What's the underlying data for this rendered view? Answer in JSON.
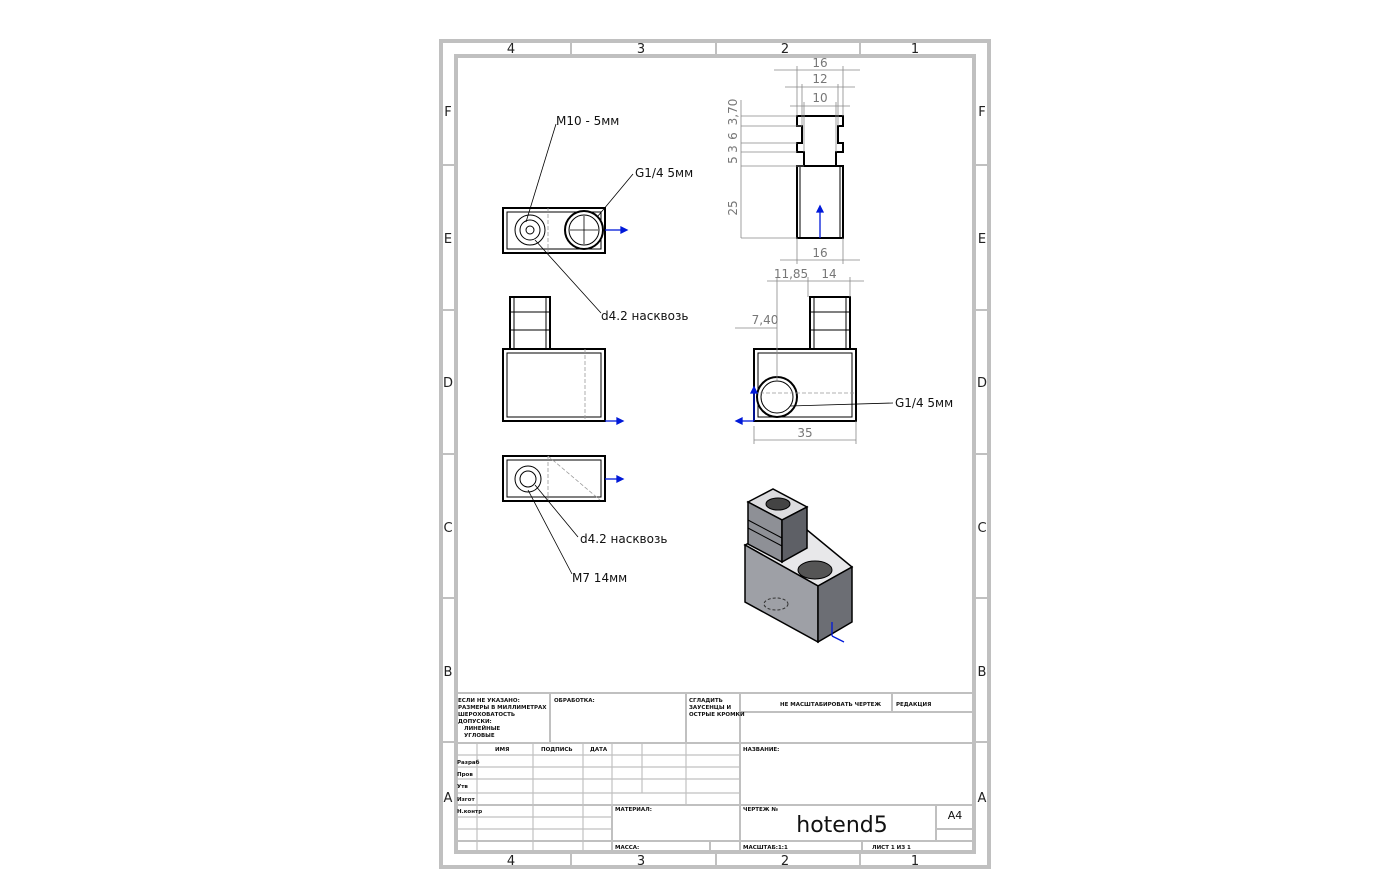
{
  "sheet": {
    "zones_top": [
      "4",
      "3",
      "2",
      "1"
    ],
    "zones_side": [
      "F",
      "E",
      "D",
      "C",
      "B",
      "A"
    ]
  },
  "annotations": {
    "m10": "M10 - 5мм",
    "g14_top": "G1/4 5мм",
    "d42_top": "d4.2 насквозь",
    "d42_bottom": "d4.2 насквозь",
    "m7": "M7 14мм",
    "g14_front": "G1/4 5мм"
  },
  "dimensions": {
    "top_16": "16",
    "top_12": "12",
    "top_10": "10",
    "v_370": "3,70",
    "v_6": "6",
    "v_3": "3",
    "v_5": "5",
    "v_25": "25",
    "bottom_16": "16",
    "d_1185": "11,85",
    "d_14": "14",
    "d_740": "7,40",
    "d_35": "35"
  },
  "title_block": {
    "notes": [
      "ЕСЛИ НЕ УКАЗАНО:",
      "РАЗМЕРЫ В МИЛЛИМЕТРАХ",
      "ШЕРОХОВАТОСТЬ",
      "ДОПУСКИ:",
      "ЛИНЕЙНЫЕ",
      "УГЛОВЫЕ"
    ],
    "finish": "ОБРАБОТКА:",
    "deburr": [
      "СГЛАДИТЬ",
      "ЗАУСЕНЦЫ И",
      "ОСТРЫЕ КРОМКИ"
    ],
    "no_scale": "НЕ МАСШТАБИРОВАТЬ ЧЕРТЕЖ",
    "revision": "РЕДАКЦИЯ",
    "col_name": "ИМЯ",
    "col_sign": "ПОДПИСЬ",
    "col_date": "ДАТА",
    "rows": [
      "Разраб",
      "Пров",
      "Утв",
      "Изгот",
      "Н.контр"
    ],
    "title_label": "НАЗВАНИЕ:",
    "material_label": "МАТЕРИАЛ:",
    "drawing_no_label": "ЧЕРТЕЖ №",
    "drawing_no": "hotend5",
    "size": "A4",
    "mass_label": "МАССА:",
    "scale_label": "МАСШТАБ:1:1",
    "sheet_label": "ЛИСТ 1 ИЗ 1"
  }
}
